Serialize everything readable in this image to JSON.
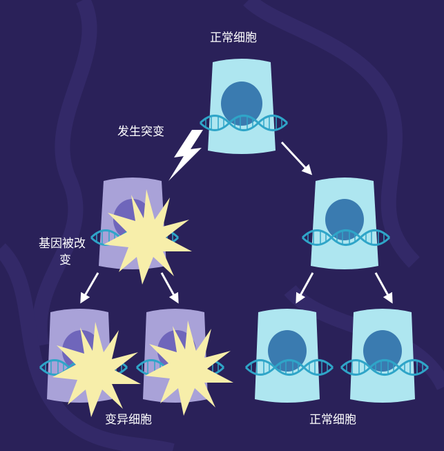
{
  "labels": {
    "top_normal": "正常细胞",
    "mutation_event": "发生突变",
    "gene_changed_line1": "基因被改",
    "gene_changed_line2": "变",
    "mutant_cells": "变异细胞",
    "normal_cells": "正常细胞"
  },
  "colors": {
    "background": "#2a2159",
    "normal_cell": "#aee6f0",
    "normal_nucleus": "#3a7bb0",
    "mutant_cell": "#a9a2d8",
    "mutant_nucleus": "#6f66bb",
    "dna_strand": "#2fa5c8",
    "burst": "#f7eeaa",
    "arrow": "#ffffff"
  },
  "icons": [
    "lightning-bolt-icon",
    "starburst-icon",
    "dna-helix-icon",
    "arrow-icon"
  ]
}
